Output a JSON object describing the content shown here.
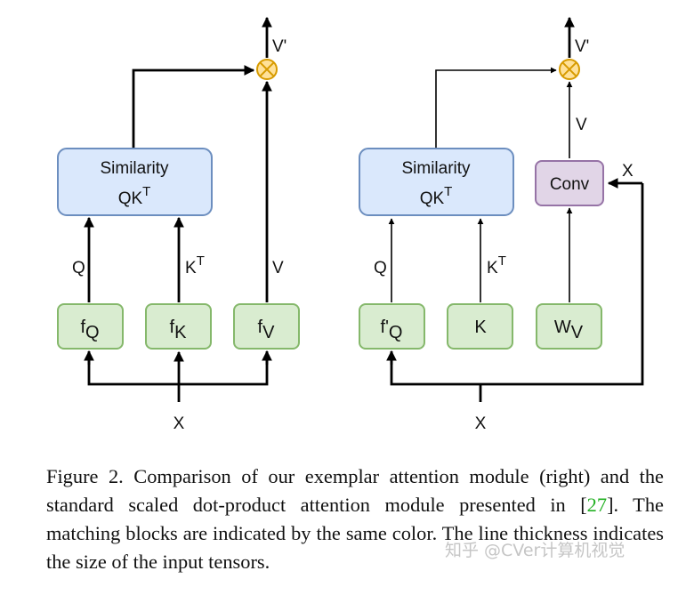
{
  "colors": {
    "green_fill": "#d9ecd0",
    "green_stroke": "#85b86b",
    "blue_fill": "#dae8fc",
    "blue_stroke": "#6c8ebf",
    "purple_fill": "#e1d5e7",
    "purple_stroke": "#9673a6",
    "mult_fill": "#ffe199",
    "mult_stroke": "#d79b00",
    "citation": "#22b022"
  },
  "left_diagram": {
    "similarity_title": "Similarity",
    "similarity_formula": "QK",
    "similarity_sup": "T",
    "label_q": "Q",
    "label_k": "K",
    "label_k_sup": "T",
    "label_v": "V",
    "label_vprime": "V'",
    "box_fq": "f",
    "box_fq_sub": "Q",
    "box_fk": "f",
    "box_fk_sub": "K",
    "box_fv": "f",
    "box_fv_sub": "V",
    "input_x": "X",
    "multiply_icon": "circled-times-icon"
  },
  "right_diagram": {
    "similarity_title": "Similarity",
    "similarity_formula": "QK",
    "similarity_sup": "T",
    "label_q": "Q",
    "label_k": "K",
    "label_k_sup": "T",
    "label_v": "V",
    "label_vprime": "V'",
    "label_x_conv": "X",
    "conv_label": "Conv",
    "box_fq": "f'",
    "box_fq_sub": "Q",
    "box_k": "K",
    "box_wv": "W",
    "box_wv_sub": "V",
    "input_x": "X",
    "multiply_icon": "circled-times-icon"
  },
  "caption": {
    "part1": "Figure 2.  Comparison of our exemplar attention module (right) and the standard scaled dot-product attention module presented in [",
    "citation": "27",
    "part2": "]. The matching blocks are indicated by the same color. The line thickness indicates the size of the input tensors."
  },
  "watermark": "知乎 @CVer计算机视觉"
}
